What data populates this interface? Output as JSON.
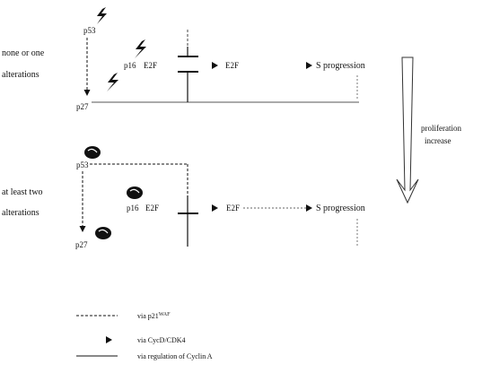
{
  "rows": {
    "top": {
      "group_label_line1": "none or one",
      "group_label_line2": "alterations",
      "p53": "p53",
      "p16": "p16",
      "e2f_a": "E2F",
      "e2f_b": "E2F",
      "p27": "p27",
      "s_progression": "S progression"
    },
    "bottom": {
      "group_label_line1": "at least two",
      "group_label_line2": "alterations",
      "p53": "p53",
      "p16": "p16",
      "e2f_a": "E2F",
      "e2f_b": "E2F",
      "p27": "p27",
      "s_progression": "S progression"
    }
  },
  "proliferation": {
    "line1": "proliferation",
    "line2": "increase"
  },
  "legend": {
    "dashed": "via p21",
    "dashed_sup": "WAF",
    "arrow": "via CycD/CDK4",
    "line": "via regulation of Cyclin A"
  }
}
